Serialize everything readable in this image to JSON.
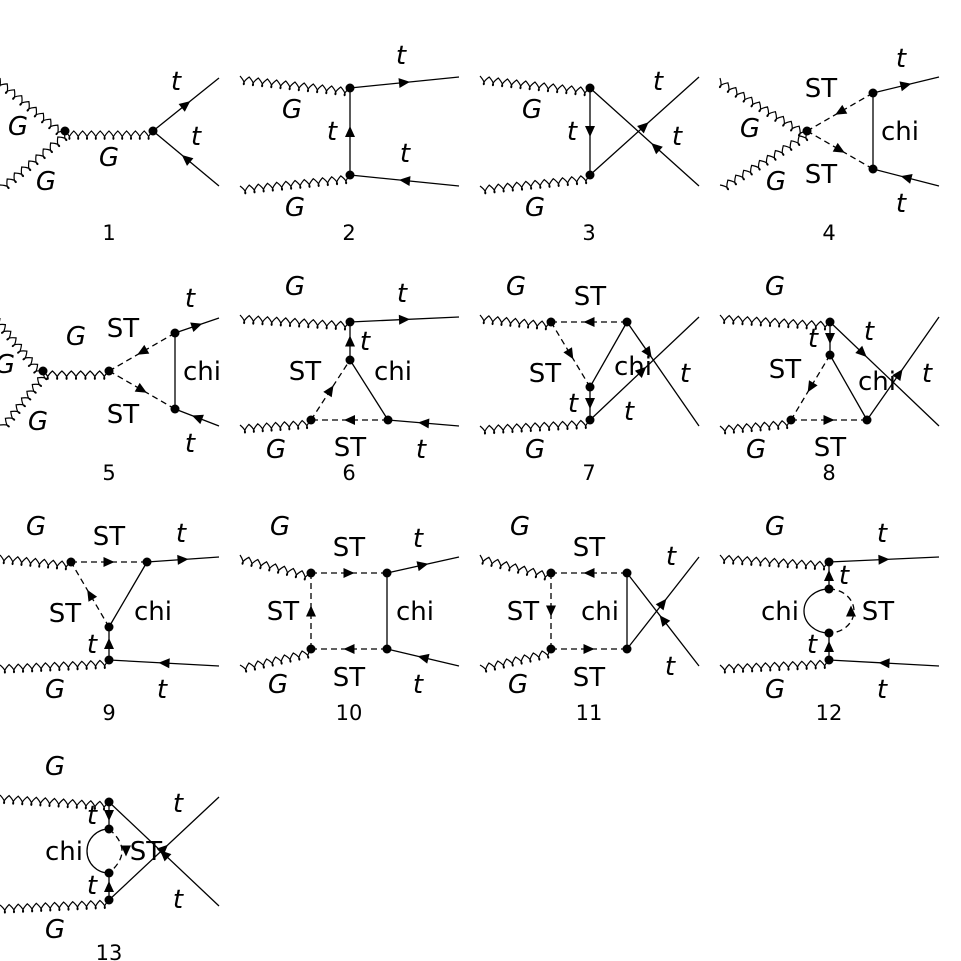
{
  "labels": {
    "gluon": "G",
    "top": "t",
    "stop": "ST",
    "neutralino": "chi"
  },
  "diagram_numbers": [
    "1",
    "2",
    "3",
    "4",
    "5",
    "6",
    "7",
    "8",
    "9",
    "10",
    "11",
    "12",
    "13"
  ]
}
